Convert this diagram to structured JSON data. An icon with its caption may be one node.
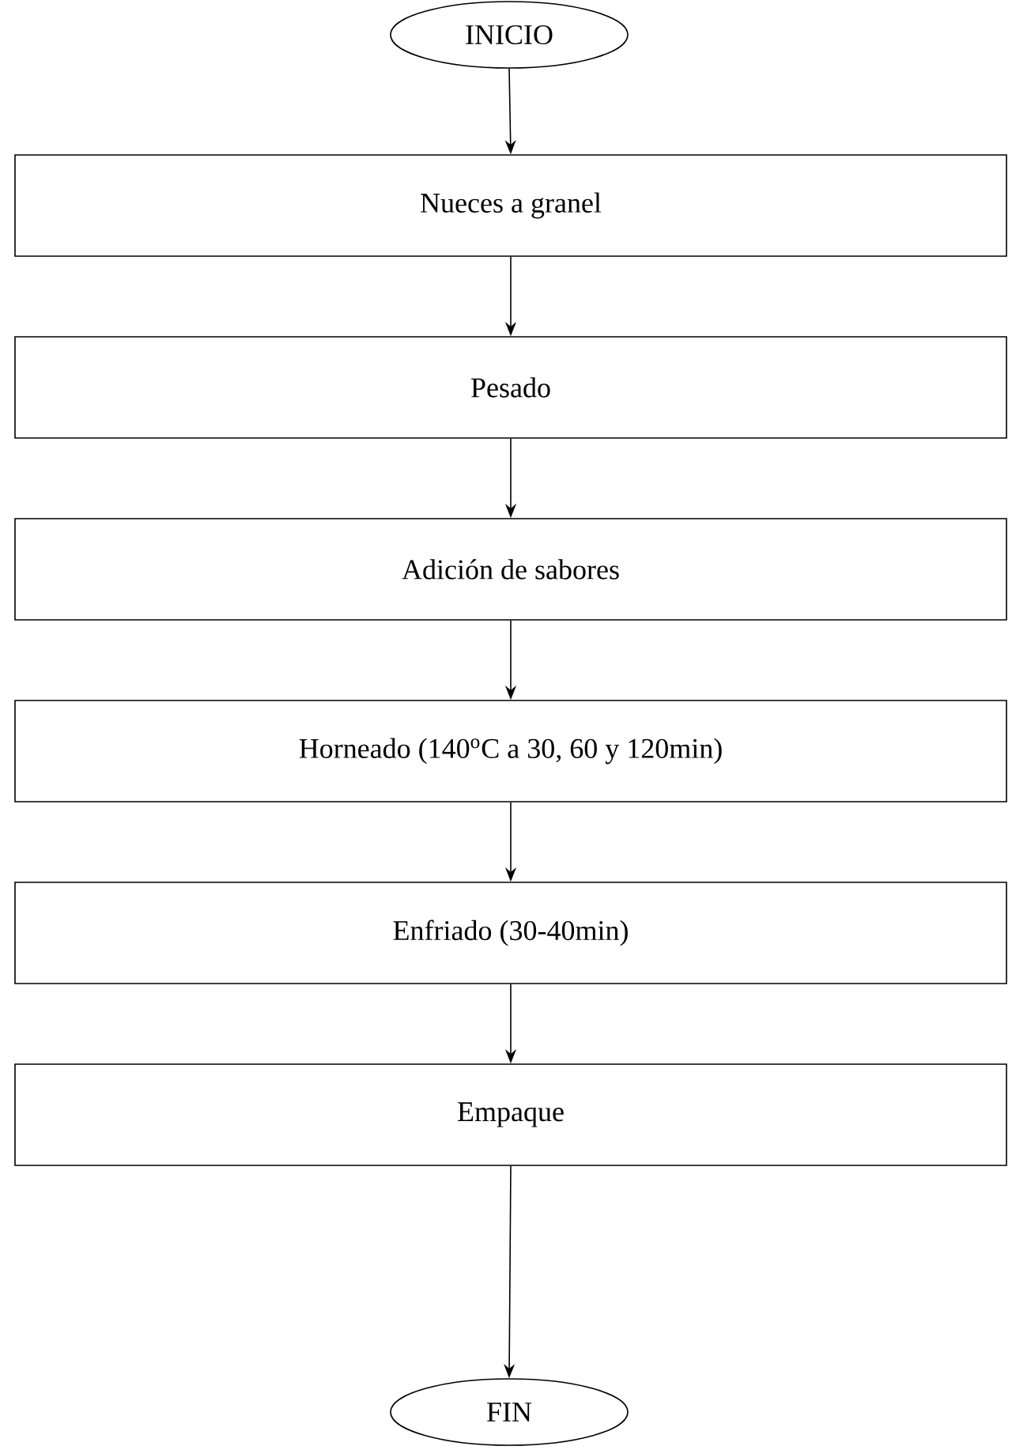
{
  "diagram": {
    "nodes": [
      {
        "text": [
          "INICIO"
        ]
      },
      {
        "text": [
          "Nueces a granel"
        ]
      },
      {
        "text": [
          "Pesado"
        ]
      },
      {
        "text": [
          "Adición de sabores"
        ]
      },
      {
        "text": [
          "Horneado (140$^{o}$C a 30, 60 y 120min)"
        ]
      },
      {
        "text": [
          "Enfriado (30-40min)"
        ]
      },
      {
        "text": [
          "Empaque"
        ]
      },
      {
        "text": [
          "FIN"
        ]
      }
    ],
    "edges": [
      {
        "from": 0,
        "to": 1,
        "arrow": "to"
      },
      {
        "from": 1,
        "to": 2,
        "arrow": "to"
      },
      {
        "from": 2,
        "to": 3,
        "arrow": "to"
      },
      {
        "from": 3,
        "to": 4,
        "arrow": "to"
      },
      {
        "from": 4,
        "to": 5,
        "arrow": "to"
      },
      {
        "from": 5,
        "to": 6,
        "arrow": "to"
      },
      {
        "from": 6,
        "to": 7,
        "arrow": "to"
      }
    ]
  }
}
